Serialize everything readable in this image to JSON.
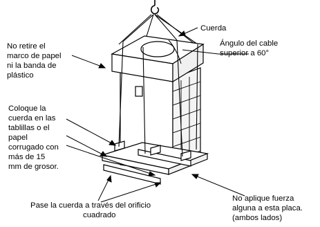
{
  "labels": {
    "rope": "Cuerda",
    "cable_angle": [
      "Ángulo del cable",
      "superior a 60°"
    ],
    "frame_note": [
      "No retire el",
      "marco de papel",
      "ni la banda de",
      "plástico"
    ],
    "placement_note": [
      "Coloque la",
      "cuerda en las",
      "tablillas o el",
      "papel",
      "corrugado con",
      "más de 15",
      "mm de grosor."
    ],
    "hole_note": [
      "Pase la cuerda a través del orificio",
      "cuadrado"
    ],
    "plate_note": [
      "No aplique fuerza",
      "alguna a esta placa.",
      "(ambos lados)"
    ]
  },
  "colors": {
    "ink": "#000000",
    "paper": "#ffffff",
    "shade": "#e6e6e6"
  }
}
